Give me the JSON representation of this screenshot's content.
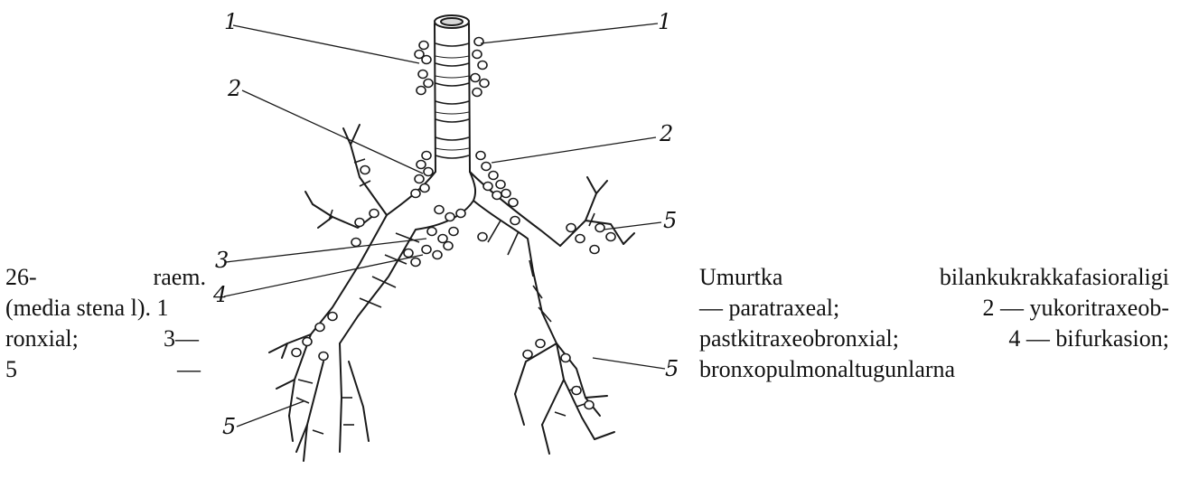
{
  "caption": {
    "left_lines": [
      {
        "a": "26-",
        "b": "raem."
      },
      {
        "a": "(media stena l). 1",
        "b": ""
      },
      {
        "a": "ronxial;",
        "b": "3—"
      },
      {
        "a": "5",
        "b": "—"
      }
    ],
    "right_lines": [
      {
        "a": "Umurtka",
        "b": "bilankukrakkafasioraligi"
      },
      {
        "a": "— paratraxeal;",
        "b": "2 — yukoritraxeob-"
      },
      {
        "a": "pastkitraxeobronxial;",
        "b": "4 — bifurkasion;"
      },
      {
        "a": "bronxopulmonaltugunlarna",
        "b": ""
      }
    ]
  },
  "figure": {
    "labels": [
      "1",
      "1",
      "2",
      "2",
      "3",
      "4",
      "5",
      "5",
      "5"
    ]
  }
}
